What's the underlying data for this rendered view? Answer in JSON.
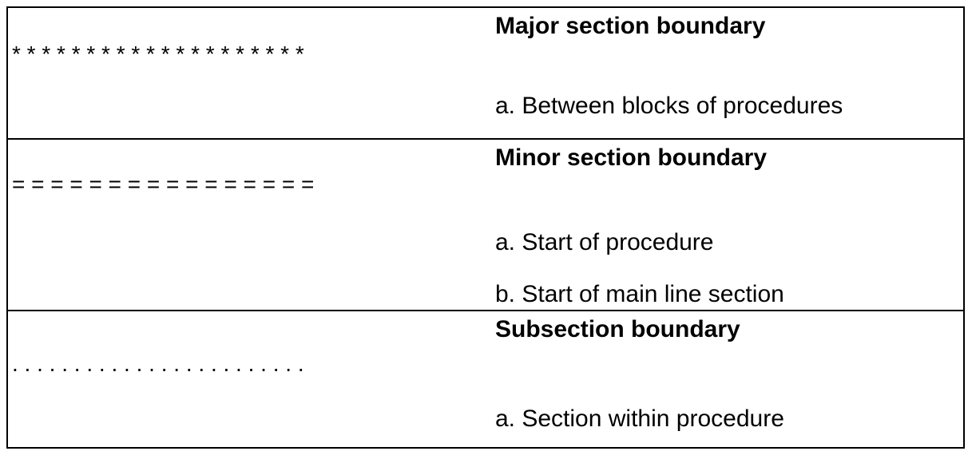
{
  "table": {
    "rows": [
      {
        "symbol_type": "asterisk-line",
        "symbol": "* * * * * * * * * * * * * * * * * * * *",
        "heading": "Major section boundary",
        "items": [
          "a. Between blocks of procedures"
        ]
      },
      {
        "symbol_type": "equals-line",
        "symbol": "= = = = = = = = = = = = = = = =",
        "heading": "Minor section boundary",
        "items": [
          "a. Start of procedure",
          "b. Start of main line section"
        ]
      },
      {
        "symbol_type": "dot-line",
        "symbol": ". . . . . . . . . . . . . . . . . . . . . . . .",
        "heading": "Subsection boundary",
        "items": [
          "a. Section within procedure"
        ]
      }
    ]
  },
  "colors": {
    "border": "#000000",
    "text": "#000000",
    "background": "#ffffff"
  }
}
